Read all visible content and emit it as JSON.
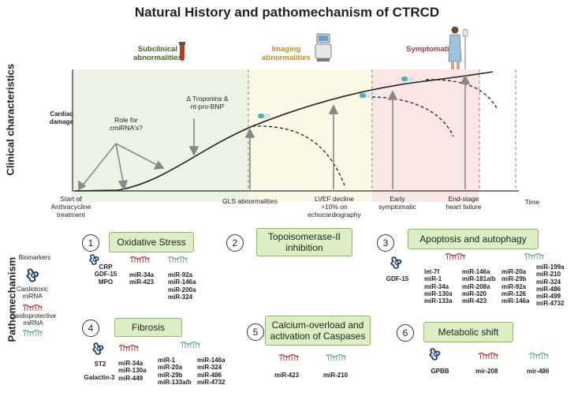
{
  "title": "Natural History and pathomechanism of CTRCD",
  "clinical_label": "Clinical characteristics",
  "pathomechanism_label": "Pathomechanism",
  "phases": {
    "subclinical": "Subclinical\nabnormalities",
    "imaging": "Imaging\nabnormalities",
    "symptomatic": "Symptomatic"
  },
  "colors": {
    "subclinical_bg": "#edf3e4",
    "imaging_bg": "#fcf8e6",
    "symptomatic_bg": "#fbe6e6",
    "subclinical_text": "#3c6a1e",
    "imaging_text": "#c88a15",
    "symptomatic_text": "#a33838",
    "box_fill": "#dcefc4",
    "box_border": "#8dbb5c",
    "biomarker_blue": "#1f3f6e",
    "cardiotoxic_red": "#c0393b",
    "cardioprotective_green": "#6aa995"
  },
  "chart": {
    "y_axis_label": "Cardiac\ndamage",
    "x_axis_end": "Time",
    "annotations": {
      "cmirna": "Role for\ncmiRNA's?",
      "troponins": "Δ Troponins &\nnt-pro-BNP"
    },
    "x_labels": {
      "start": "Start of\nAnthracycline\ntreatment",
      "gls": "GLS abnormalities",
      "lvef": "LVEF decline\n>10% on\nechocardiography",
      "early": "Early\nsymptomatic",
      "endstage": "End-stage\nheart failure"
    }
  },
  "legend": {
    "biomarkers": "Biomarkers",
    "cardiotoxic": "Cardiotoxic\nmiRNA",
    "cardioprotective": "Cardioprotective\nmiRNA"
  },
  "mechanisms": [
    {
      "number": "1",
      "title": "Oxidative Stress",
      "biomarkers": "CRP\nGDF-15\nMPO",
      "toxic": "miR-34a\nmiR-423",
      "protective": "miR-92a\nmiR-146a\nmiR-200a\nmiR-324"
    },
    {
      "number": "2",
      "title": "Topoisomerase-II\ninhibition"
    },
    {
      "number": "3",
      "title": "Apoptosis and autophagy",
      "biomarkers": "GDF-15",
      "toxic_a": "let-7f\nmiR-1\nmiR-34a\nmiR-130a\nmiR-133a",
      "toxic_b": "miR-146a\nmiR-181a/b\nmiR-208a\nmiR-320\nmiR-423",
      "protective_a": "miR-20a\nmiR-29b\nmiR-92a\nmiR-126\nmiR-146a",
      "protective_b": "miR-199a\nmiR-210\nmiR-324\nmiR-486\nmiR-499\nmiR-4732"
    },
    {
      "number": "4",
      "title": "Fibrosis",
      "biomarkers_a": "ST2",
      "biomarkers_b": "Galactin-3",
      "toxic": "miR-34a\nmiR-130a\nmiR-449",
      "protective_a": "miR-1\nmiR-20a\nmiR-29b\nmiR-133a/b",
      "protective_b": "miR-146a\nmiR-324\nmiR-486\nmiR-4732"
    },
    {
      "number": "5",
      "title": "Calcium-overload and\nactivation of Caspases",
      "toxic": "miR-423",
      "protective": "miR-210"
    },
    {
      "number": "6",
      "title": "Metabolic shift",
      "biomarkers": "GPBB",
      "toxic": "mir-208",
      "protective": "mir-486"
    }
  ]
}
